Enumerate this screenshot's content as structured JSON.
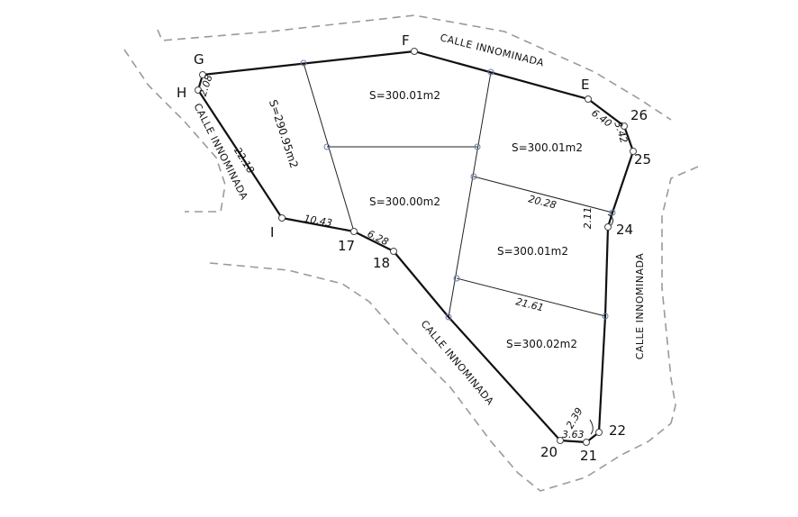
{
  "vertices": [
    {
      "id": "F",
      "label": "F"
    },
    {
      "id": "E",
      "label": "E"
    },
    {
      "id": "G",
      "label": "G"
    },
    {
      "id": "H",
      "label": "H"
    },
    {
      "id": "I",
      "label": "I"
    },
    {
      "id": "p17",
      "label": "17"
    },
    {
      "id": "p18",
      "label": "18"
    },
    {
      "id": "p20",
      "label": "20"
    },
    {
      "id": "p21",
      "label": "21"
    },
    {
      "id": "p22",
      "label": "22"
    },
    {
      "id": "p24",
      "label": "24"
    },
    {
      "id": "p25",
      "label": "25"
    },
    {
      "id": "p26",
      "label": "26"
    }
  ],
  "lots": [
    {
      "area": "S=290.95m2"
    },
    {
      "area": "S=300.01m2"
    },
    {
      "area": "S=300.00m2"
    },
    {
      "area": "S=300.01m2"
    },
    {
      "area": "S=300.01m2"
    },
    {
      "area": "S=300.02m2"
    }
  ],
  "dimensions": [
    {
      "value": "2.08"
    },
    {
      "value": "22.18"
    },
    {
      "value": "10.43"
    },
    {
      "value": "6.28"
    },
    {
      "value": "6.40"
    },
    {
      "value": "3.42"
    },
    {
      "value": "20.28"
    },
    {
      "value": "2.11"
    },
    {
      "value": "21.61"
    },
    {
      "value": "2.39"
    },
    {
      "value": "3.63"
    }
  ],
  "streets": [
    {
      "name": "CALLE INNOMINADA"
    },
    {
      "name": "CALLE INNOMINADA"
    },
    {
      "name": "CALLE INNOMINADA"
    },
    {
      "name": "CALLE INNOMINADA"
    }
  ],
  "colors": {
    "line": "#111111",
    "street_edge": "#9a9a9a",
    "point": "#6a7aa8"
  }
}
